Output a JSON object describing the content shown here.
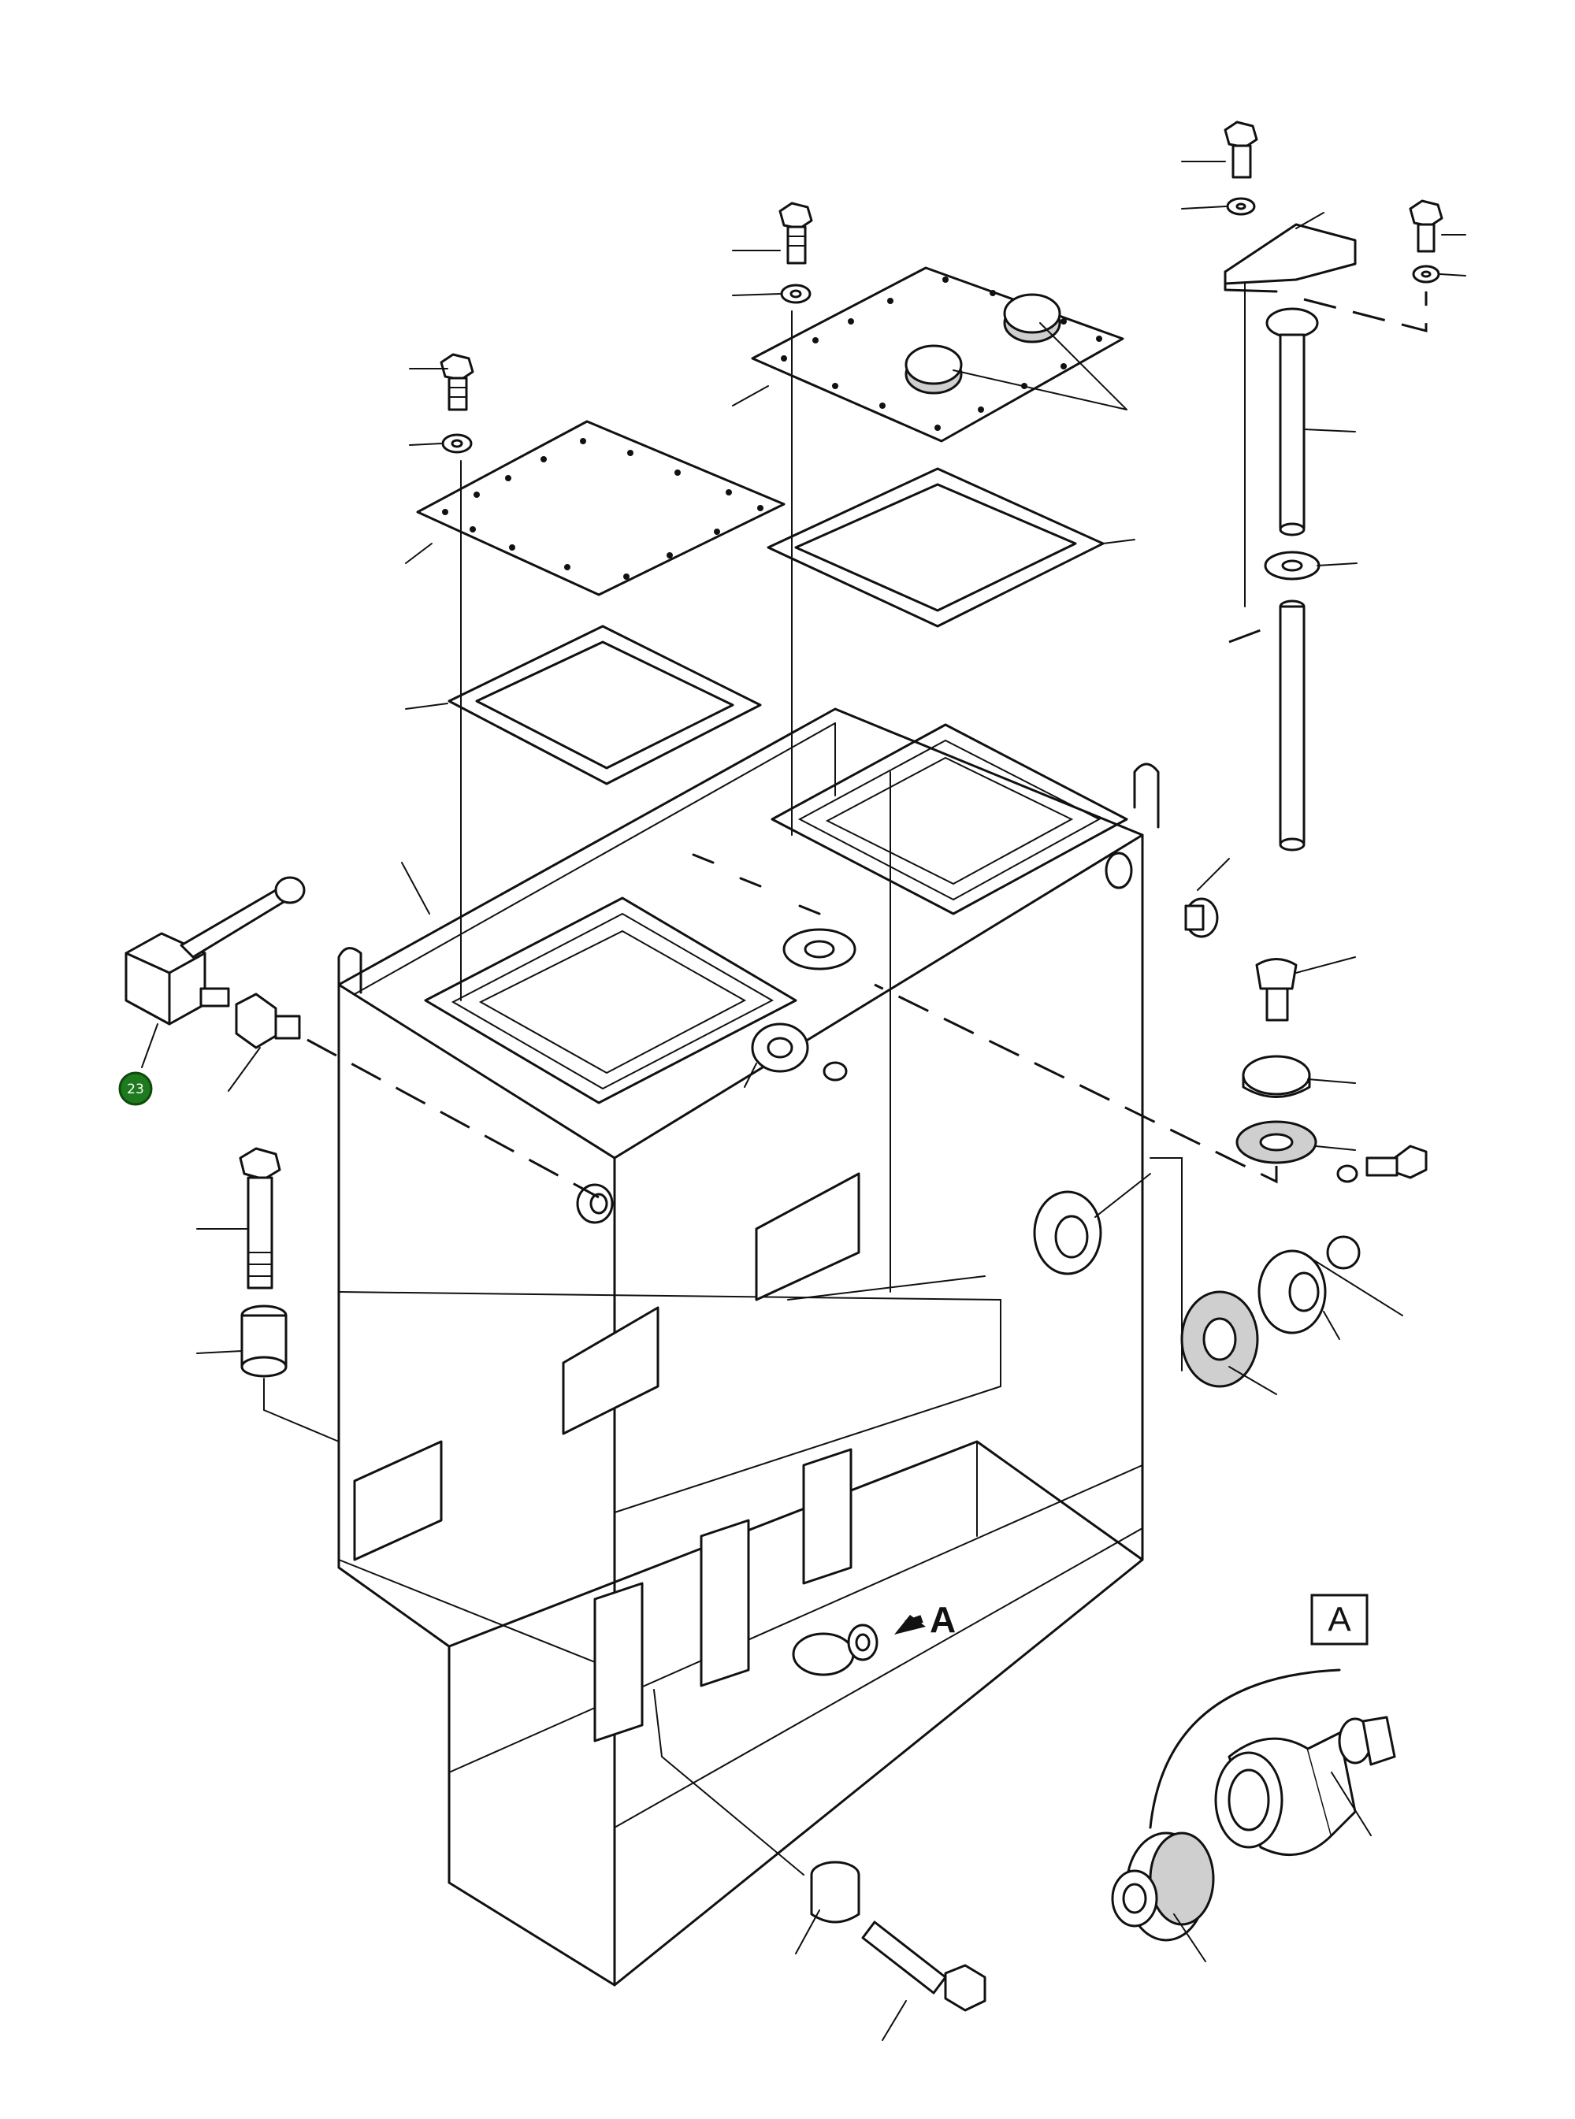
{
  "figure": {
    "view_label": "A",
    "detail_box_label": "A",
    "item_badge": {
      "number": "23",
      "color": "#1f7a1f"
    }
  }
}
